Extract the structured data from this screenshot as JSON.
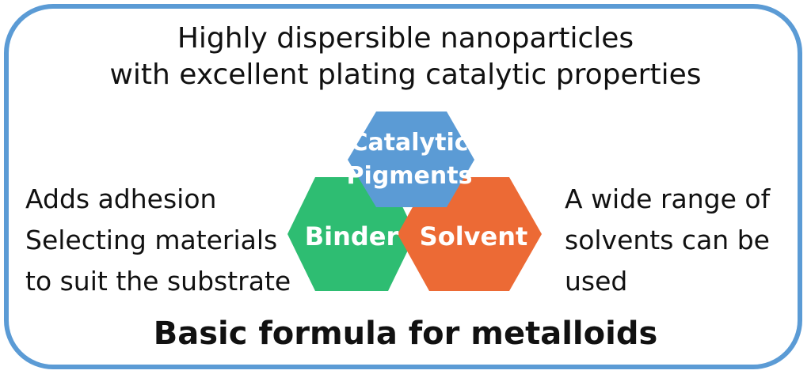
{
  "header": {
    "line1": "Highly dispersible nanoparticles",
    "line2": "with excellent plating catalytic properties"
  },
  "binder_note": {
    "line1": "Adds adhesion",
    "line2": "Selecting materials",
    "line3": "to suit the substrate"
  },
  "solvent_note": {
    "line1": "A wide range of",
    "line2": "solvents can be",
    "line3": "used"
  },
  "hexagons": {
    "catalytic": {
      "line1": "Catalytic",
      "line2": "Pigments",
      "color": "#5b9bd5"
    },
    "binder": {
      "label": "Binder",
      "color": "#2ebd72"
    },
    "solvent": {
      "label": "Solvent",
      "color": "#ec6a35"
    }
  },
  "footer": {
    "title": "Basic formula for metalloids"
  },
  "frame": {
    "color": "#5b9bd5"
  }
}
